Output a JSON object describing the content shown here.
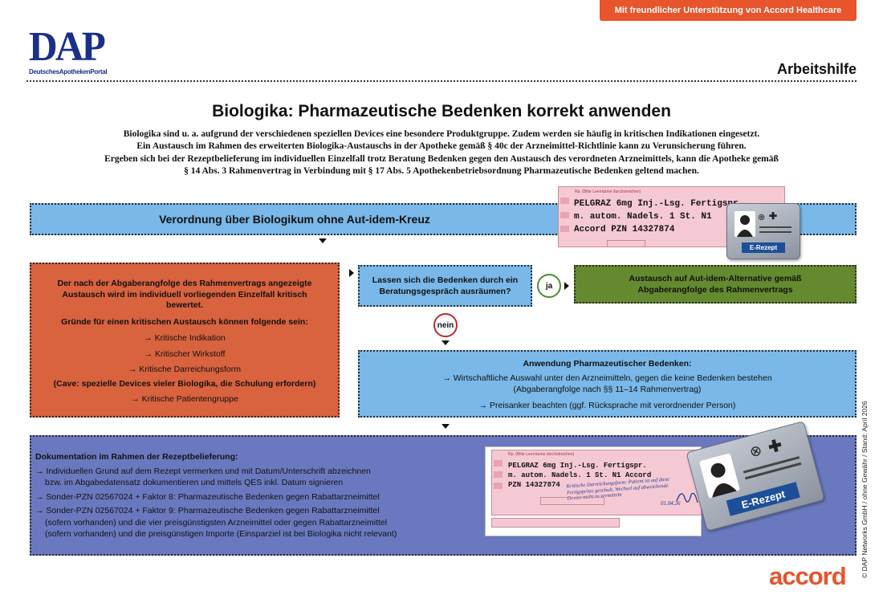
{
  "header": {
    "sponsor": "Mit freundlicher Unterstützung von Accord Healthcare",
    "logo": "DAP",
    "logo_subtitle": "DeutschesApothekenPortal",
    "section": "Arbeitshilfe"
  },
  "title": "Biologika: Pharmazeutische Bedenken korrekt anwenden",
  "intro": [
    "Biologika sind u. a. aufgrund der verschiedenen speziellen Devices eine besondere Produktgruppe. Zudem werden sie häufig in kritischen Indikationen eingesetzt.",
    "Ein Austausch im Rahmen des erweiterten Biologika-Austauschs in der Apotheke gemäß § 40c der Arzneimittel-Richtlinie kann zu Verunsicherung führen.",
    "Ergeben sich bei der Rezeptbelieferung im individuellen Einzelfall trotz Beratung Bedenken gegen den Austausch des verordneten Arzneimittels, kann die Apotheke gemäß",
    "§ 14 Abs. 3 Rahmenvertrag in Verbindung mit § 17 Abs. 5 Apothekenbetriebsordnung Pharmazeutische Bedenken geltend machen."
  ],
  "flow": {
    "start": "Verordnung über Biologikum ohne Aut-idem-Kreuz",
    "left_box": {
      "heading": "Der nach der Abgaberangfolge des Rahmenvertrags angezeigte Austausch wird im individuell vorliegenden Einzelfall kritisch bewertet.",
      "reasons_heading": "Gründe für einen kritischen Austausch können folgende sein:",
      "reasons": [
        "→ Kritische Indikation",
        "→ Kritischer Wirkstoff",
        "→ Kritische Darreichungsform"
      ],
      "cave": "(Cave: spezielle Devices vieler Biologika, die Schulung erfordern)",
      "last_reason": "→ Kritische Patientengruppe"
    },
    "question": "Lassen sich die Bedenken durch ein Beratungsgespräch ausräumen?",
    "yes": "ja",
    "no": "nein",
    "yes_result": "Austausch auf Aut-idem-Alternative gemäß Abgaberangfolge des Rahmenvertrags",
    "no_result": {
      "heading": "Anwendung Pharmazeutischer Bedenken:",
      "line1": "→ Wirtschaftliche Auswahl unter den Arzneimitteln, gegen die keine Bedenken bestehen",
      "line2": "(Abgaberangfolge nach §§ 11–14 Rahmenvertrag)",
      "line3": "→ Preisanker beachten (ggf. Rücksprache mit verordnender Person)"
    },
    "documentation": {
      "heading": "Dokumentation im Rahmen der Rezeptbelieferung:",
      "items": [
        "→ Individuellen Grund auf dem Rezept vermerken und mit Datum/Unterschrift abzeichnen",
        "bzw. im Abgabedatensatz dokumentieren und mittels QES inkl. Datum signieren",
        "→ Sonder-PZN 02567024 + Faktor 8: Pharmazeutische Bedenken gegen Rabattarzneimittel",
        "→ Sonder-PZN 02567024 + Faktor 9: Pharmazeutische Bedenken gegen Rabattarzneimittel",
        "(sofern vorhanden) und die vier preisgünstigsten Arzneimittel oder gegen Rabattarzneimittel",
        "(sofern vorhanden) und die preisgünstigen Importe (Einsparziel ist bei Biologika nicht relevant)"
      ]
    }
  },
  "prescription_top": {
    "header": "Rp. (Bitte Leerräume durchstreichen)",
    "line1": "PELGRAZ 6mg Inj.-Lsg. Fertigspr.",
    "line2": "m. autom. Nadels. 1 St. N1",
    "line3": "Accord PZN 14327874",
    "card_label": "E-Rezept"
  },
  "prescription_bottom": {
    "header": "Rp. (Bitte Leerräume durchstreichen)",
    "line1": "PELGRAZ 6mg Inj.-Lsg. Fertigspr.",
    "line2": "m. autom. Nadels. 1 St. N1 Accord",
    "line3": "PZN 14327874",
    "handwriting1": "Kritische Darreichungsform: Patient ist auf diese",
    "handwriting2": "Fertigspritze geschult, Wechsel auf abweichende",
    "handwriting3": "Device nicht zu vermitteln",
    "date": "01.04.26",
    "card_label": "E-Rezept"
  },
  "footer": {
    "copyright": "© DAP Networks GmbH / ohne Gewähr / Stand: April 2026",
    "brand": "accord"
  },
  "colors": {
    "accent": "#e8542b",
    "dap_blue": "#1b2f8a",
    "box_blue": "#79b8e8",
    "box_orange": "#d9623f",
    "box_green": "#64892f",
    "box_navy": "#6a79bf",
    "rx_pink": "#f5c9d3"
  }
}
